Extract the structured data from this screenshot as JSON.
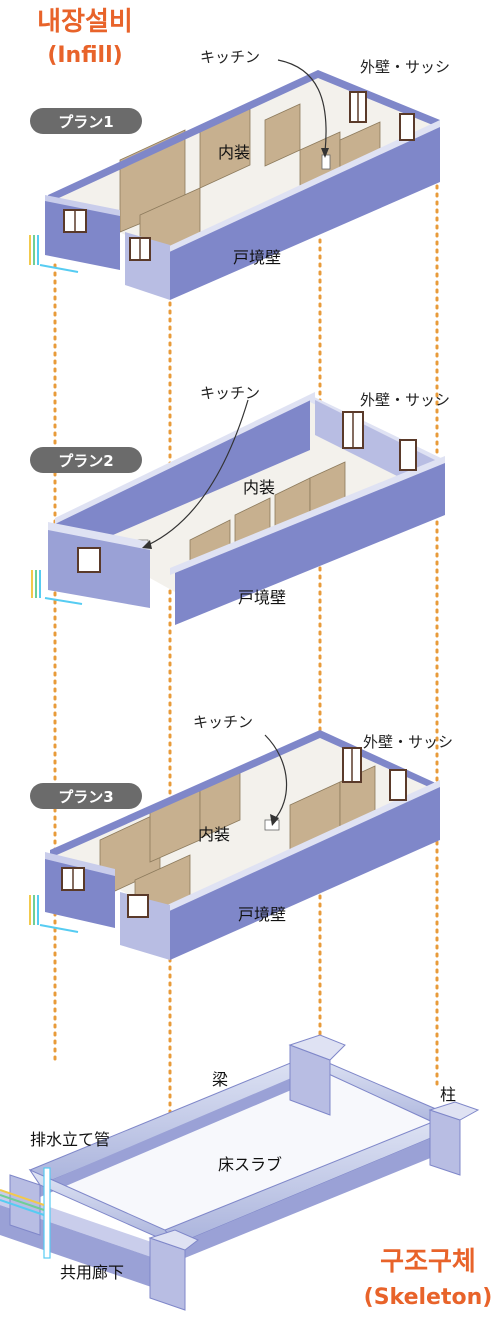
{
  "headers": {
    "infill_title": "내장설비",
    "infill_sub": "(Infill)",
    "skeleton_title": "구조구체",
    "skeleton_sub": "(Skeleton)"
  },
  "plans": [
    {
      "pill": "プラン1",
      "kitchen": "キッチン",
      "exterior": "外壁・サッシ",
      "interior": "内装",
      "boundary": "戸境壁"
    },
    {
      "pill": "プラン2",
      "kitchen": "キッチン",
      "exterior": "外壁・サッシ",
      "interior": "内装",
      "boundary": "戸境壁"
    },
    {
      "pill": "プラン3",
      "kitchen": "キッチン",
      "exterior": "外壁・サッシ",
      "interior": "内装",
      "boundary": "戸境壁"
    }
  ],
  "skeleton": {
    "beam": "梁",
    "column": "柱",
    "drain": "排水立て管",
    "slab": "床スラブ",
    "corridor": "共用廊下"
  },
  "colors": {
    "wall_blue": "#7f87c9",
    "wall_top": "#dfe2f3",
    "wall_light": "#c9cdeb",
    "interior": "#c7b08f",
    "accent_orange": "#e8632a",
    "dotted": "#e89b3a",
    "pill": "#6b6b6b"
  }
}
